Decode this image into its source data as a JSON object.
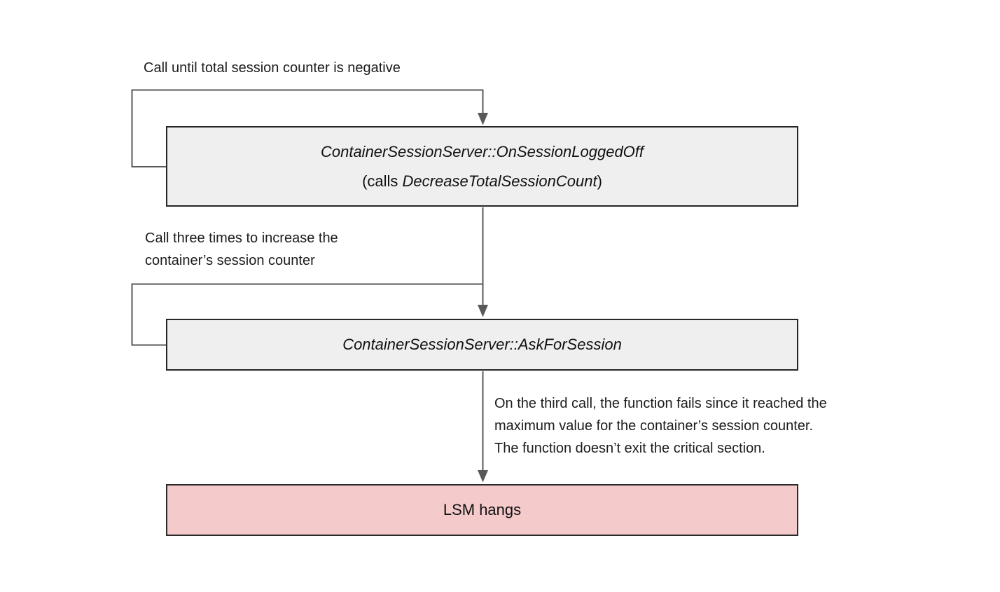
{
  "diagram": {
    "type": "flowchart",
    "colors": {
      "background": "#ffffff",
      "process_box_fill": "#efefef",
      "process_box_border": "#262626",
      "failure_box_fill": "#f4caca",
      "failure_box_border": "#2b2b2b",
      "connector_line": "#595959",
      "text": "#1a1a1a"
    },
    "annotations": {
      "loop1_label": "Call until total session counter is negative",
      "loop2_label_line1": "Call three times to increase the",
      "loop2_label_line2": "container’s session counter",
      "fail_note_line1": "On the third call, the function fails since it reached the",
      "fail_note_line2": "maximum value for the container’s session counter.",
      "fail_note_line3": "The function doesn’t exit the critical section."
    },
    "nodes": {
      "box1": {
        "title": "ContainerSessionServer::OnSessionLoggedOff",
        "subtitle_prefix": "(calls ",
        "subtitle_italic": "DecreaseTotalSessionCount",
        "subtitle_suffix": ")"
      },
      "box2": {
        "title": "ContainerSessionServer::AskForSession"
      },
      "box3": {
        "title": "LSM hangs"
      }
    },
    "edges": [
      {
        "name": "self-loop-box1",
        "from": "box1-left",
        "to": "box1-top",
        "style": "loop"
      },
      {
        "name": "box1-to-box2",
        "from": "box1-bottom",
        "to": "box2-top",
        "style": "arrow"
      },
      {
        "name": "self-loop-box2",
        "from": "box2-left",
        "to": "box2-top",
        "style": "loop"
      },
      {
        "name": "box2-to-box3",
        "from": "box2-bottom",
        "to": "box3-top",
        "style": "arrow"
      }
    ]
  }
}
